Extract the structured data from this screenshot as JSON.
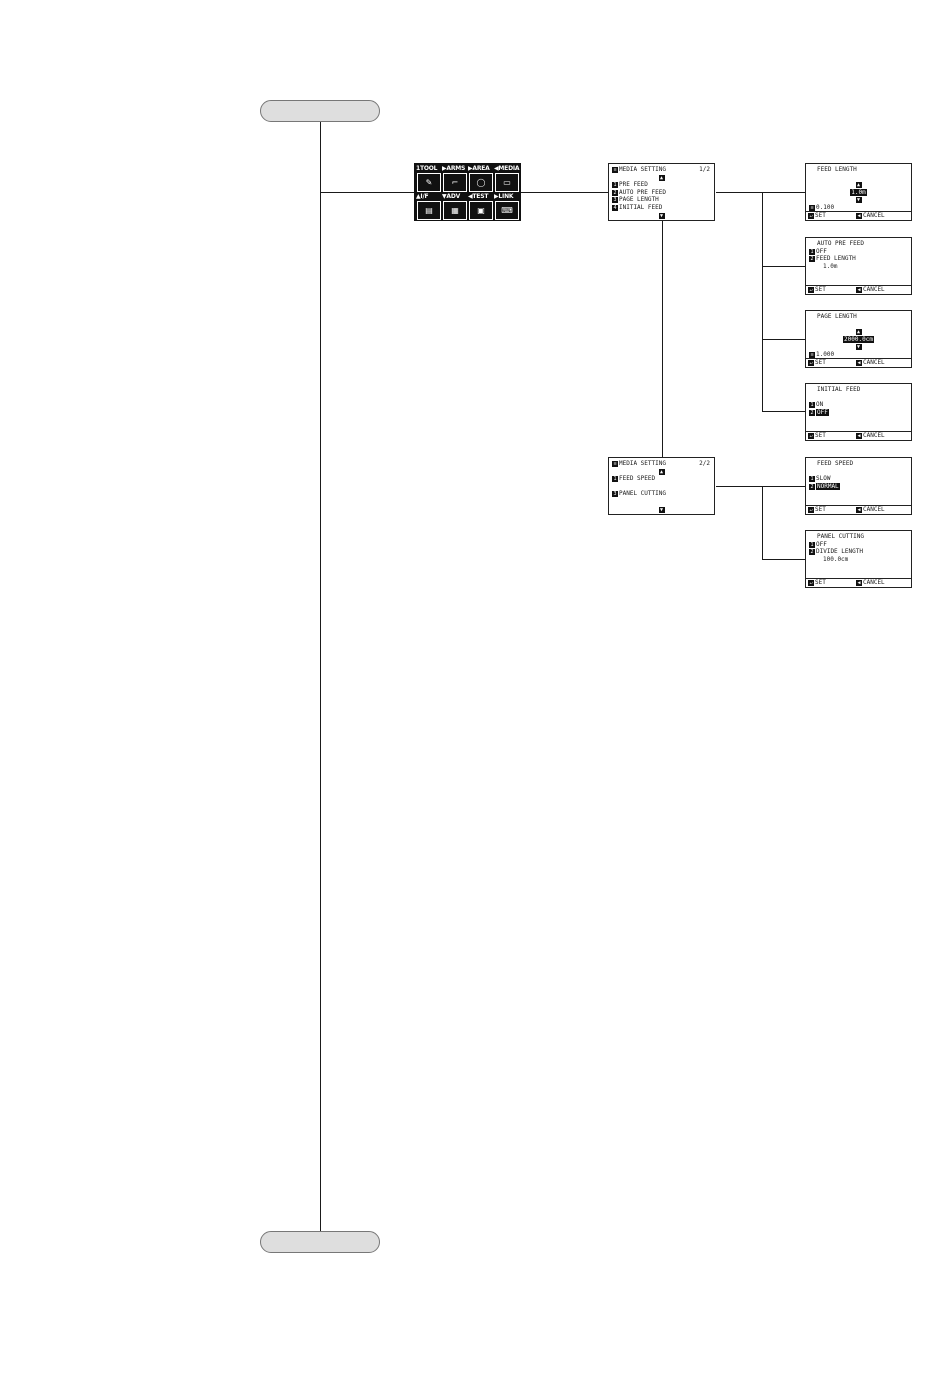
{
  "main_menu": {
    "top_labels": [
      "1TOOL",
      "▶ARMS",
      "▶AREA",
      "◀MEDIA"
    ],
    "bottom_labels": [
      "▲I/F",
      "▼ADV",
      "◀TEST",
      "▶LINK"
    ],
    "icons": [
      "tool-icon",
      "arms-icon",
      "area-icon",
      "media-icon",
      "interface-icon",
      "advanced-icon",
      "test-icon",
      "link-icon"
    ]
  },
  "media_setting_1": {
    "title": "MEDIA SETTING",
    "page": "1/2",
    "items": [
      {
        "key": "1",
        "label": "PRE FEED"
      },
      {
        "key": "2",
        "label": "AUTO PRE FEED"
      },
      {
        "key": "3",
        "label": "PAGE LENGTH"
      },
      {
        "key": "4",
        "label": "INITIAL FEED"
      }
    ]
  },
  "media_setting_2": {
    "title": "MEDIA SETTING",
    "page": "2/2",
    "items": [
      {
        "key": "1",
        "label": "FEED SPEED"
      },
      {
        "key": "3",
        "label": "PANEL CUTTING"
      }
    ]
  },
  "feed_length": {
    "title": "FEED LENGTH",
    "value": "1.0m",
    "step": "0.100",
    "set": "SET",
    "cancel": "CANCEL"
  },
  "auto_pre_feed": {
    "title": "AUTO PRE FEED",
    "opt1": "OFF",
    "opt2": "FEED LENGTH",
    "sub": "1.0m",
    "set": "SET",
    "cancel": "CANCEL"
  },
  "page_length": {
    "title": "PAGE LENGTH",
    "value": "2000.0cm",
    "step": "1.000",
    "set": "SET",
    "cancel": "CANCEL"
  },
  "initial_feed": {
    "title": "INITIAL FEED",
    "opt1": "ON",
    "opt2": "OFF",
    "set": "SET",
    "cancel": "CANCEL"
  },
  "feed_speed": {
    "title": "FEED SPEED",
    "opt1": "SLOW",
    "opt2": "NORMAL",
    "set": "SET",
    "cancel": "CANCEL"
  },
  "panel_cutting": {
    "title": "PANEL CUTTING",
    "opt1": "OFF",
    "opt2": "DIVIDE LENGTH",
    "sub": "100.0cm",
    "set": "SET",
    "cancel": "CANCEL"
  },
  "colors": {
    "line": "#1a1a1a",
    "pill": "#dedede",
    "lcd_border": "#222222"
  }
}
